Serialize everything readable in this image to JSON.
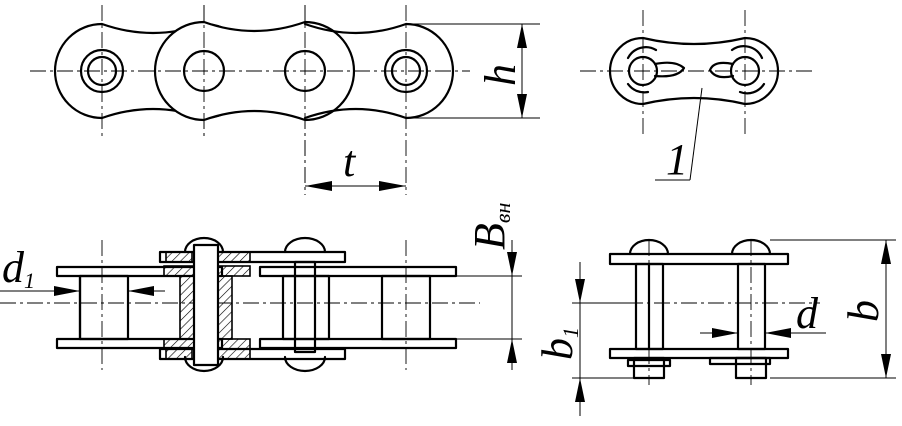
{
  "labels": {
    "h": "h",
    "t": "t",
    "callout": "1",
    "B": "B",
    "B_sub": "вн",
    "d1": "d",
    "d1_sub": "1",
    "b1": "b",
    "b1_sub": "1",
    "d": "d",
    "b": "b"
  },
  "colors": {
    "line": "#000000",
    "background": "#ffffff"
  }
}
